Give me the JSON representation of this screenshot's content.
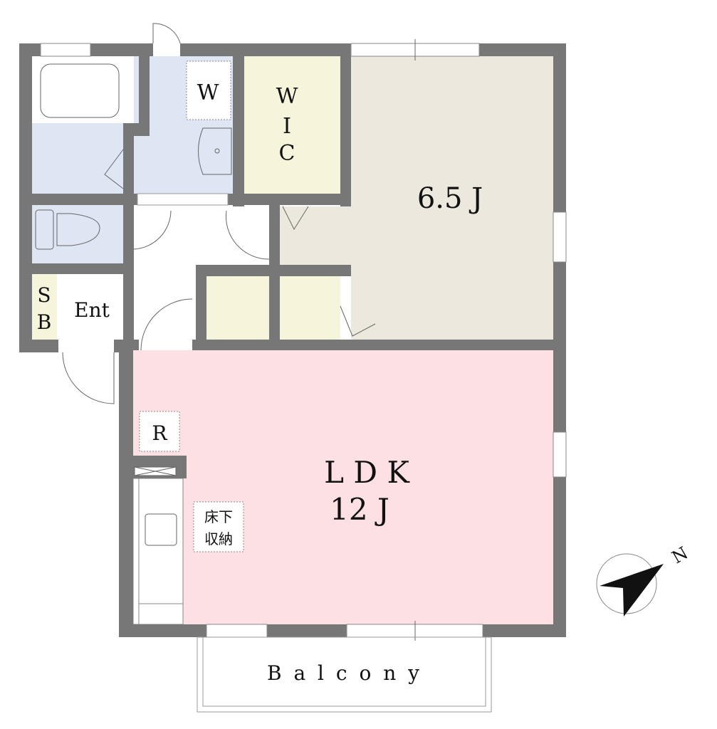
{
  "rooms": {
    "wash": "W",
    "wic": [
      "W",
      "I",
      "C"
    ],
    "bedroom": "6.5 J",
    "ldk_name": "L D K",
    "ldk_size": "12 J",
    "shoe_box": [
      "S",
      "B"
    ],
    "entrance": "Ent",
    "fridge": "R",
    "underfloor": [
      "床下",
      "収納"
    ],
    "balcony": "B a l c o n y"
  },
  "compass": {
    "label": "N"
  },
  "colors": {
    "wall": "#777777",
    "wet": "#dfe6f3",
    "closet": "#f6f5dc",
    "bedroom": "#ece8de",
    "ldk": "#fde0e4"
  }
}
